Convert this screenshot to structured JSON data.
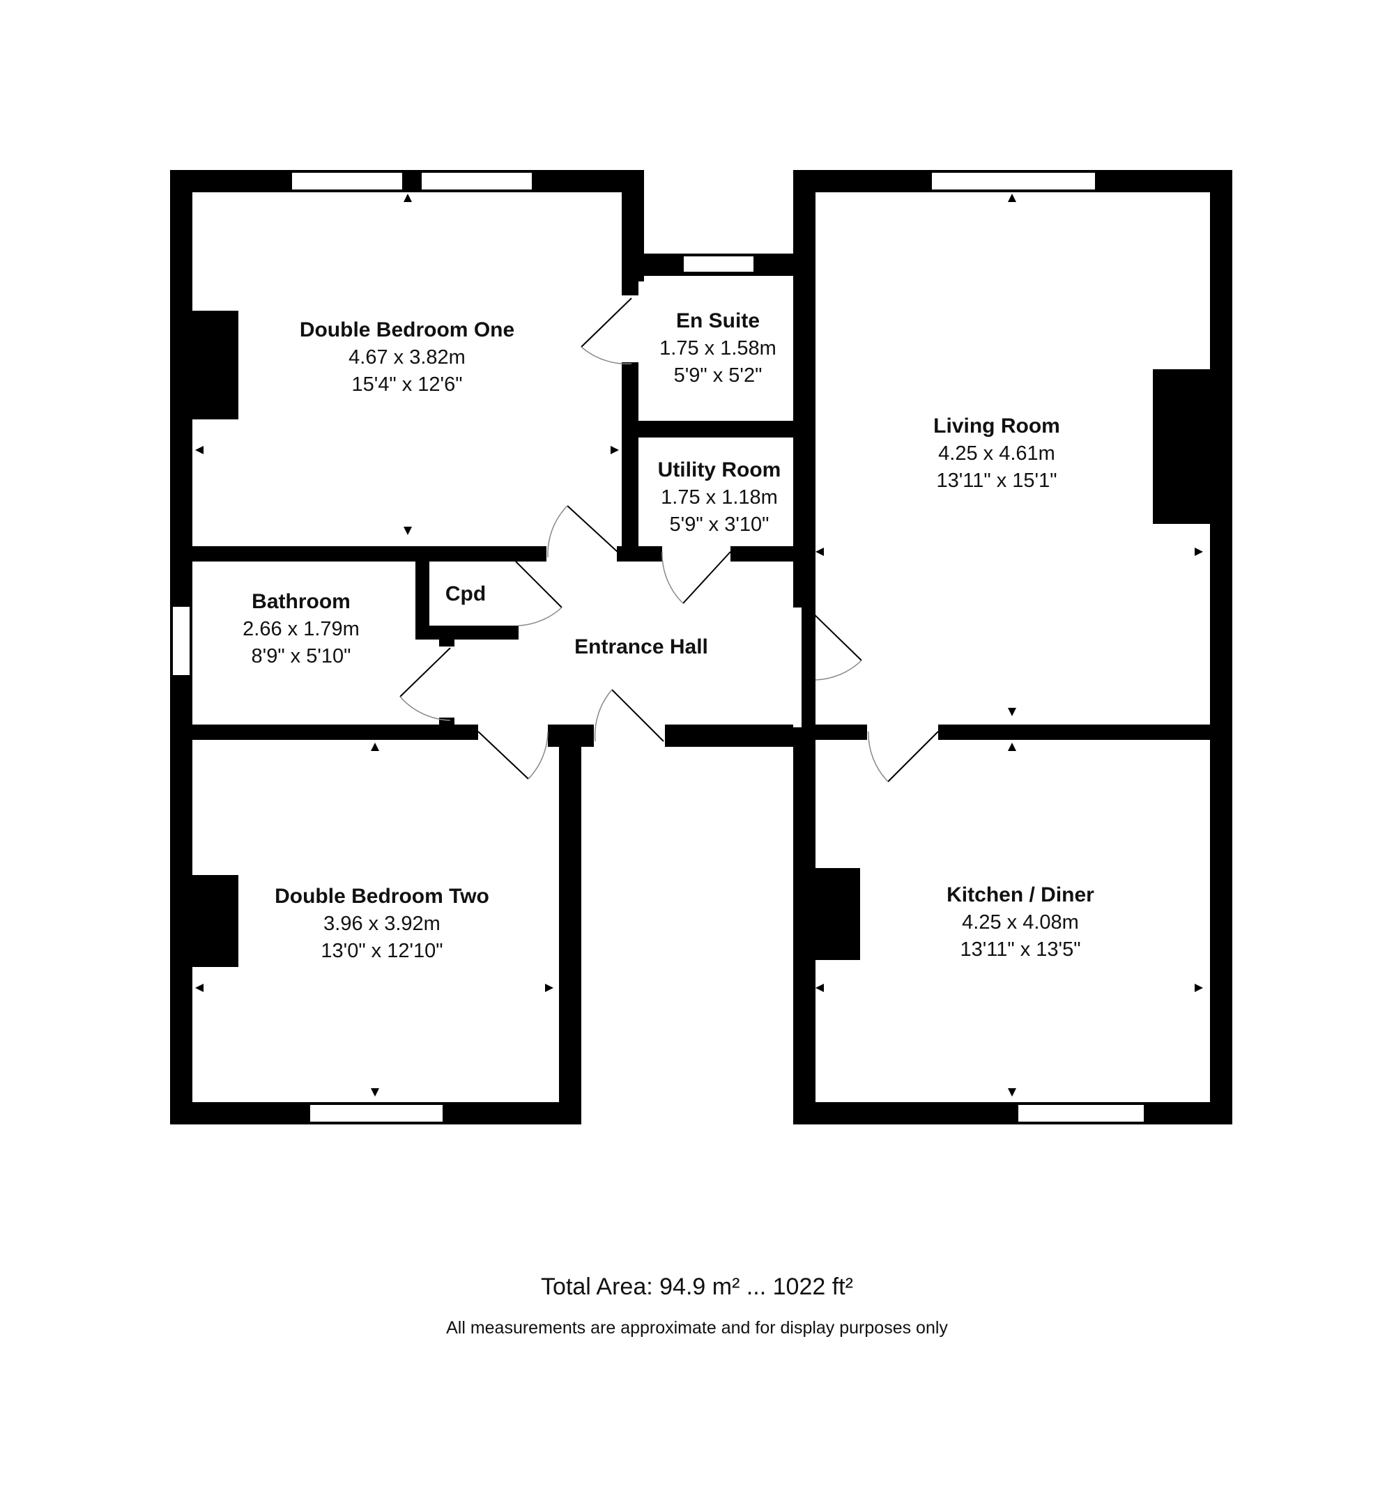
{
  "rooms": {
    "bed1": {
      "name": "Double Bedroom One",
      "metric": "4.67 x 3.82m",
      "imperial": "15'4\" x 12'6\""
    },
    "ensuite": {
      "name": "En Suite",
      "metric": "1.75 x 1.58m",
      "imperial": "5'9\" x 5'2\""
    },
    "utility": {
      "name": "Utility Room",
      "metric": "1.75 x 1.18m",
      "imperial": "5'9\" x 3'10\""
    },
    "living": {
      "name": "Living Room",
      "metric": "4.25 x 4.61m",
      "imperial": "13'11\" x 15'1\""
    },
    "bathroom": {
      "name": "Bathroom",
      "metric": "2.66 x 1.79m",
      "imperial": "8'9\" x 5'10\""
    },
    "cpd": {
      "name": "Cpd"
    },
    "hall": {
      "name": "Entrance Hall"
    },
    "bed2": {
      "name": "Double Bedroom Two",
      "metric": "3.96 x 3.92m",
      "imperial": "13'0\" x 12'10\""
    },
    "kitchen": {
      "name": "Kitchen / Diner",
      "metric": "4.25 x 4.08m",
      "imperial": "13'11\" x 13'5\""
    }
  },
  "footer": {
    "total_area": "Total Area: 94.9 m² ... 1022 ft²",
    "disclaimer": "All measurements are approximate and for display purposes only"
  }
}
